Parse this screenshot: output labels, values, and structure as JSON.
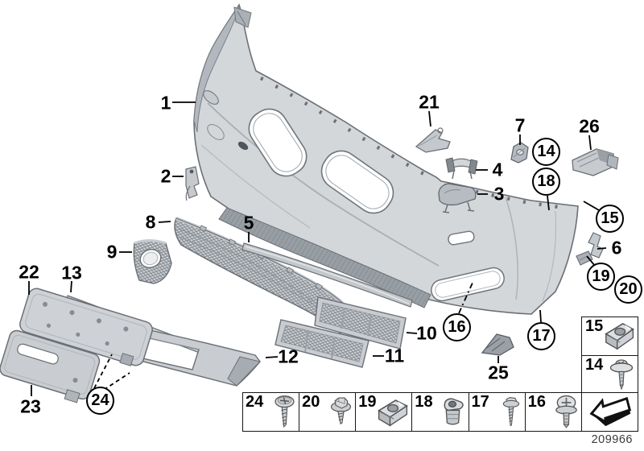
{
  "drawing_number": "209966",
  "colors": {
    "outline": "#6b7076",
    "part_fill": "#d3d7da",
    "shade": "#9aa0a5",
    "dark_shade": "#868c92",
    "label": "#000000",
    "background": "#ffffff"
  },
  "callouts": {
    "p1": "1",
    "p2": "2",
    "p3": "3",
    "p4": "4",
    "p5": "5",
    "p6": "6",
    "p7": "7",
    "p8": "8",
    "p9": "9",
    "p10": "10",
    "p11": "11",
    "p12": "12",
    "p13": "13",
    "p21": "21",
    "p22": "22",
    "p23": "23",
    "p25": "25",
    "p26": "26",
    "c14": "14",
    "c15": "15",
    "c16": "16",
    "c17": "17",
    "c18": "18",
    "c19": "19",
    "c20": "20",
    "c24": "24"
  },
  "legend": {
    "bottom_row": [
      {
        "label": "24",
        "icon": "pan-head-screw-icon"
      },
      {
        "label": "20",
        "icon": "hex-bolt-washer-icon"
      },
      {
        "label": "19",
        "icon": "c-clip-nut-icon"
      },
      {
        "label": "18",
        "icon": "expanding-nut-icon"
      },
      {
        "label": "17",
        "icon": "self-tapping-screw-icon"
      },
      {
        "label": "16",
        "icon": "phillips-washer-screw-icon"
      },
      {
        "label": "",
        "icon": "direction-arrow-icon"
      }
    ],
    "side_boxes": [
      {
        "label": "15",
        "icon": "c-clip-nut-icon"
      },
      {
        "label": "14",
        "icon": "push-rivet-icon"
      }
    ]
  }
}
